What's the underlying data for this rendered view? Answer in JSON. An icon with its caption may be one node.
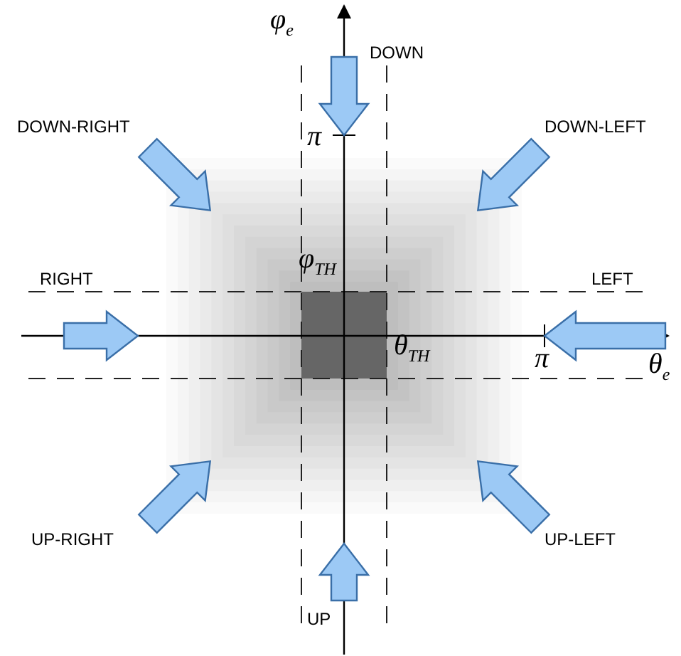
{
  "diagram": {
    "labels": [
      "φ$_{e}$",
      "DOWN",
      "DOWN-RIGHT",
      "DOWN-LEFT",
      "π",
      "φ$_{TH}$",
      "RIGHT",
      "LEFT",
      "π",
      "θ$_{e}$",
      "θ$_{TH}$",
      "UP-RIGHT",
      "UP-LEFT",
      "UP"
    ]
  }
}
